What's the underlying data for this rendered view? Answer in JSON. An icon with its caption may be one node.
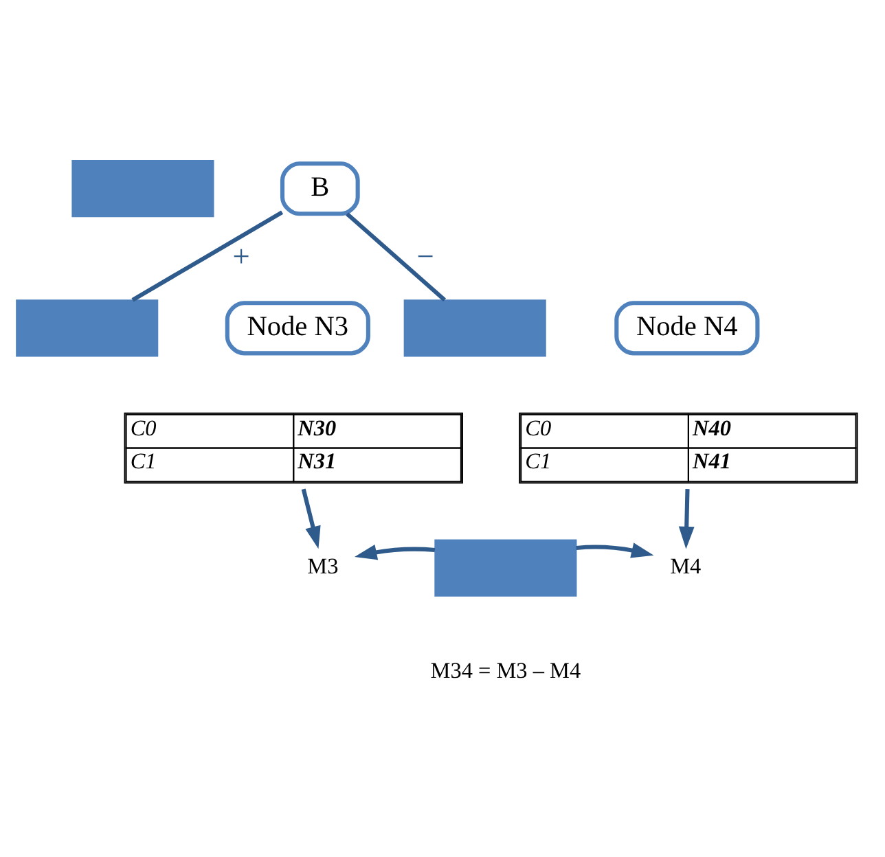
{
  "diagram": {
    "nodes": [
      {
        "text": [],
        "shape": "box"
      },
      {
        "text": [
          "B"
        ]
      },
      {
        "text": [],
        "shape": "box"
      },
      {
        "text": [
          "Node N3"
        ]
      },
      {
        "text": [],
        "shape": "box"
      },
      {
        "text": [
          "Node N4"
        ]
      },
      {
        "text": [
          "C0",
          "N30",
          "C1",
          "N31"
        ]
      },
      {
        "text": [
          "C0",
          "N40",
          "C1",
          "N41"
        ]
      },
      {
        "text": [
          "M3"
        ]
      },
      {
        "text": [],
        "shape": "box",
        "beside": [
          "M34 = M3 – M4"
        ]
      },
      {
        "text": [
          "M4"
        ]
      }
    ],
    "edges": [
      {
        "from": 1,
        "to": 2,
        "arrow": "none",
        "label": "+"
      },
      {
        "from": 1,
        "to": 4,
        "arrow": "none",
        "label": "−"
      },
      {
        "from": 6,
        "to": 8,
        "arrow": "to"
      },
      {
        "from": 7,
        "to": 10,
        "arrow": "to"
      },
      {
        "from": 9,
        "to": 8,
        "arrow": "to"
      },
      {
        "from": 9,
        "to": 10,
        "arrow": "to"
      }
    ]
  }
}
